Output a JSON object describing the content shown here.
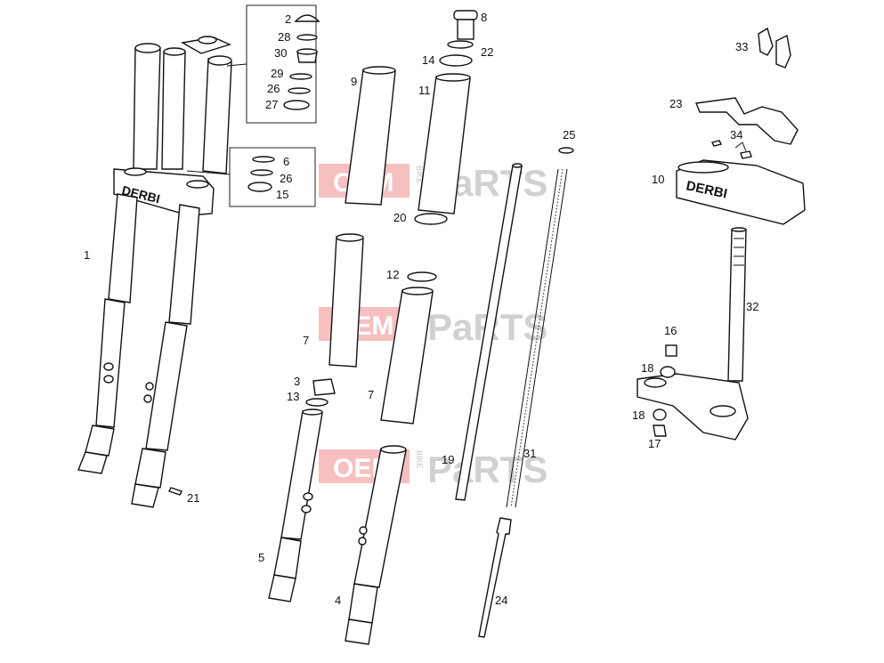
{
  "diagram": {
    "brand_text": "DERBI",
    "watermark": {
      "left": "OEM",
      "middle": "BIKE",
      "right": "PaRTS"
    },
    "labels": {
      "p1": "1",
      "p2": "2",
      "p3": "3",
      "p4": "4",
      "p5": "5",
      "p6": "6",
      "p7a": "7",
      "p7b": "7",
      "p8": "8",
      "p9": "9",
      "p10": "10",
      "p11": "11",
      "p12": "12",
      "p13": "13",
      "p14": "14",
      "p15": "15",
      "p16": "16",
      "p17": "17",
      "p18a": "18",
      "p18b": "18",
      "p19": "19",
      "p20": "20",
      "p21": "21",
      "p22": "22",
      "p23": "23",
      "p24": "24",
      "p25": "25",
      "p26a": "26",
      "p26b": "26",
      "p27": "27",
      "p28": "28",
      "p29": "29",
      "p30": "30",
      "p31": "31",
      "p32": "32",
      "p33": "33",
      "p34": "34"
    }
  }
}
